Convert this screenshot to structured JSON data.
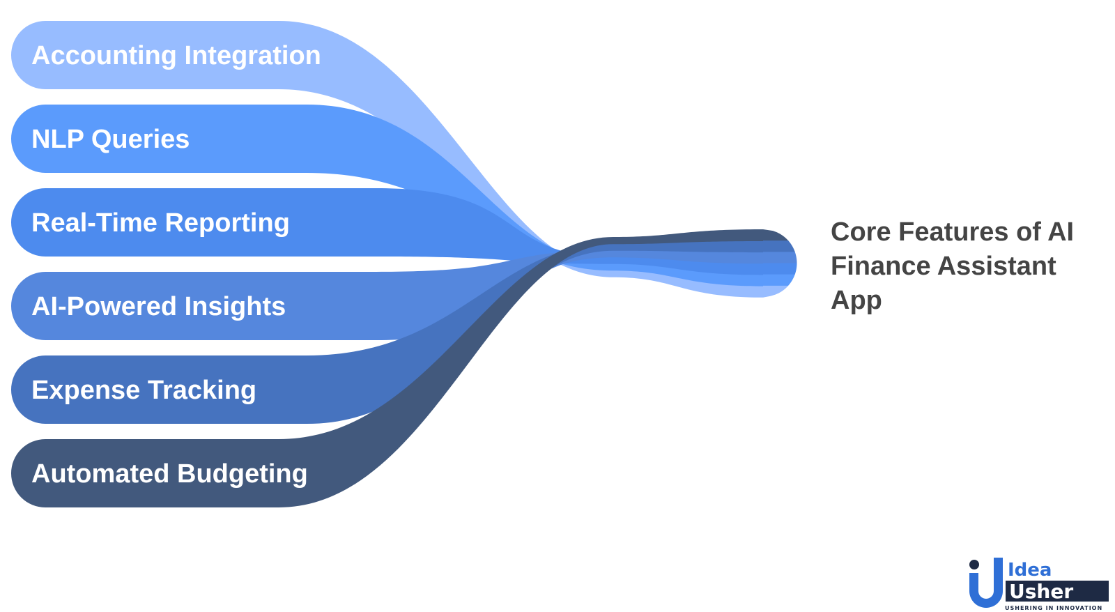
{
  "title": {
    "lines": [
      "Core Features of AI",
      "Finance Assistant",
      "App"
    ]
  },
  "features": [
    {
      "label": "Accounting Integration",
      "color": "#97bcff"
    },
    {
      "label": "NLP Queries",
      "color": "#5b9bfc"
    },
    {
      "label": "Real-Time Reporting",
      "color": "#4d8bee"
    },
    {
      "label": "AI-Powered Insights",
      "color": "#5587dd"
    },
    {
      "label": "Expense Tracking",
      "color": "#4673bf"
    },
    {
      "label": "Automated Budgeting",
      "color": "#42597d"
    }
  ],
  "logo": {
    "line1": "Idea",
    "line2": "Usher",
    "tagline": "USHERING IN INNOVATION",
    "colors": {
      "primary": "#2f6fd6",
      "dark": "#1e2a44"
    }
  }
}
